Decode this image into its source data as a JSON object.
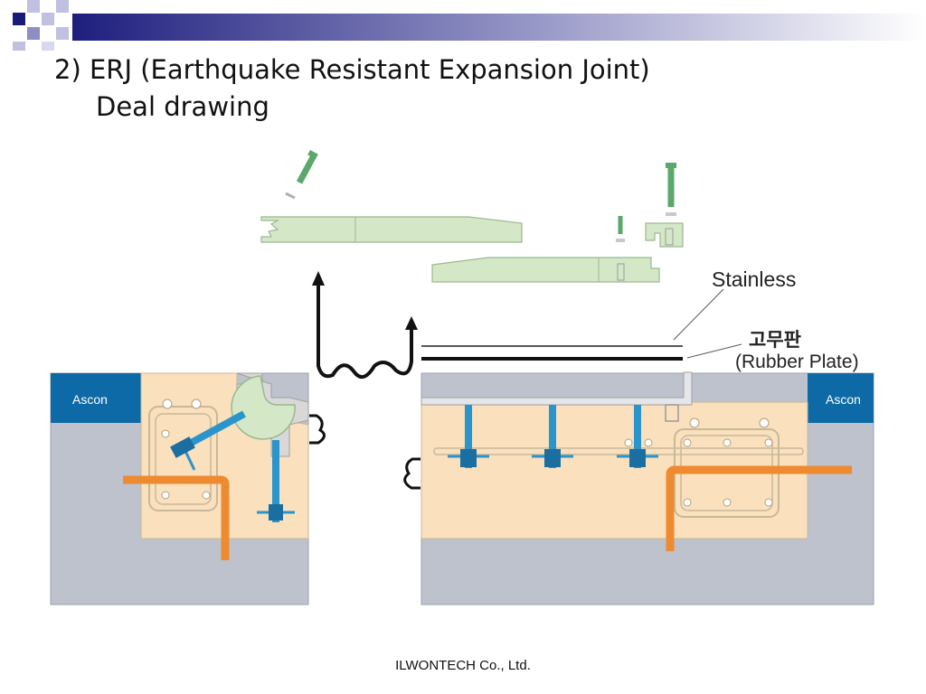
{
  "slide": {
    "title_line1": "2) ERJ (Earthquake Resistant Expansion Joint)",
    "title_line2": "Deal drawing",
    "footer": "ILWONTECH  Co., Ltd."
  },
  "labels": {
    "ascon_left": "Ascon",
    "ascon_right": "Ascon",
    "stainless": "Stainless",
    "rubber_korean": "고무판",
    "rubber_english": "(Rubber Plate)"
  },
  "colors": {
    "accent_navy": "#1a1a7a",
    "ascon_blue": "#0e6aa6",
    "concrete_gray": "#bec2cc",
    "mortar_peach": "#fae0bc",
    "part_green": "#d4e8c8",
    "anchor_blue": "#2a94cc",
    "rebar_orange": "#ee8a30"
  }
}
